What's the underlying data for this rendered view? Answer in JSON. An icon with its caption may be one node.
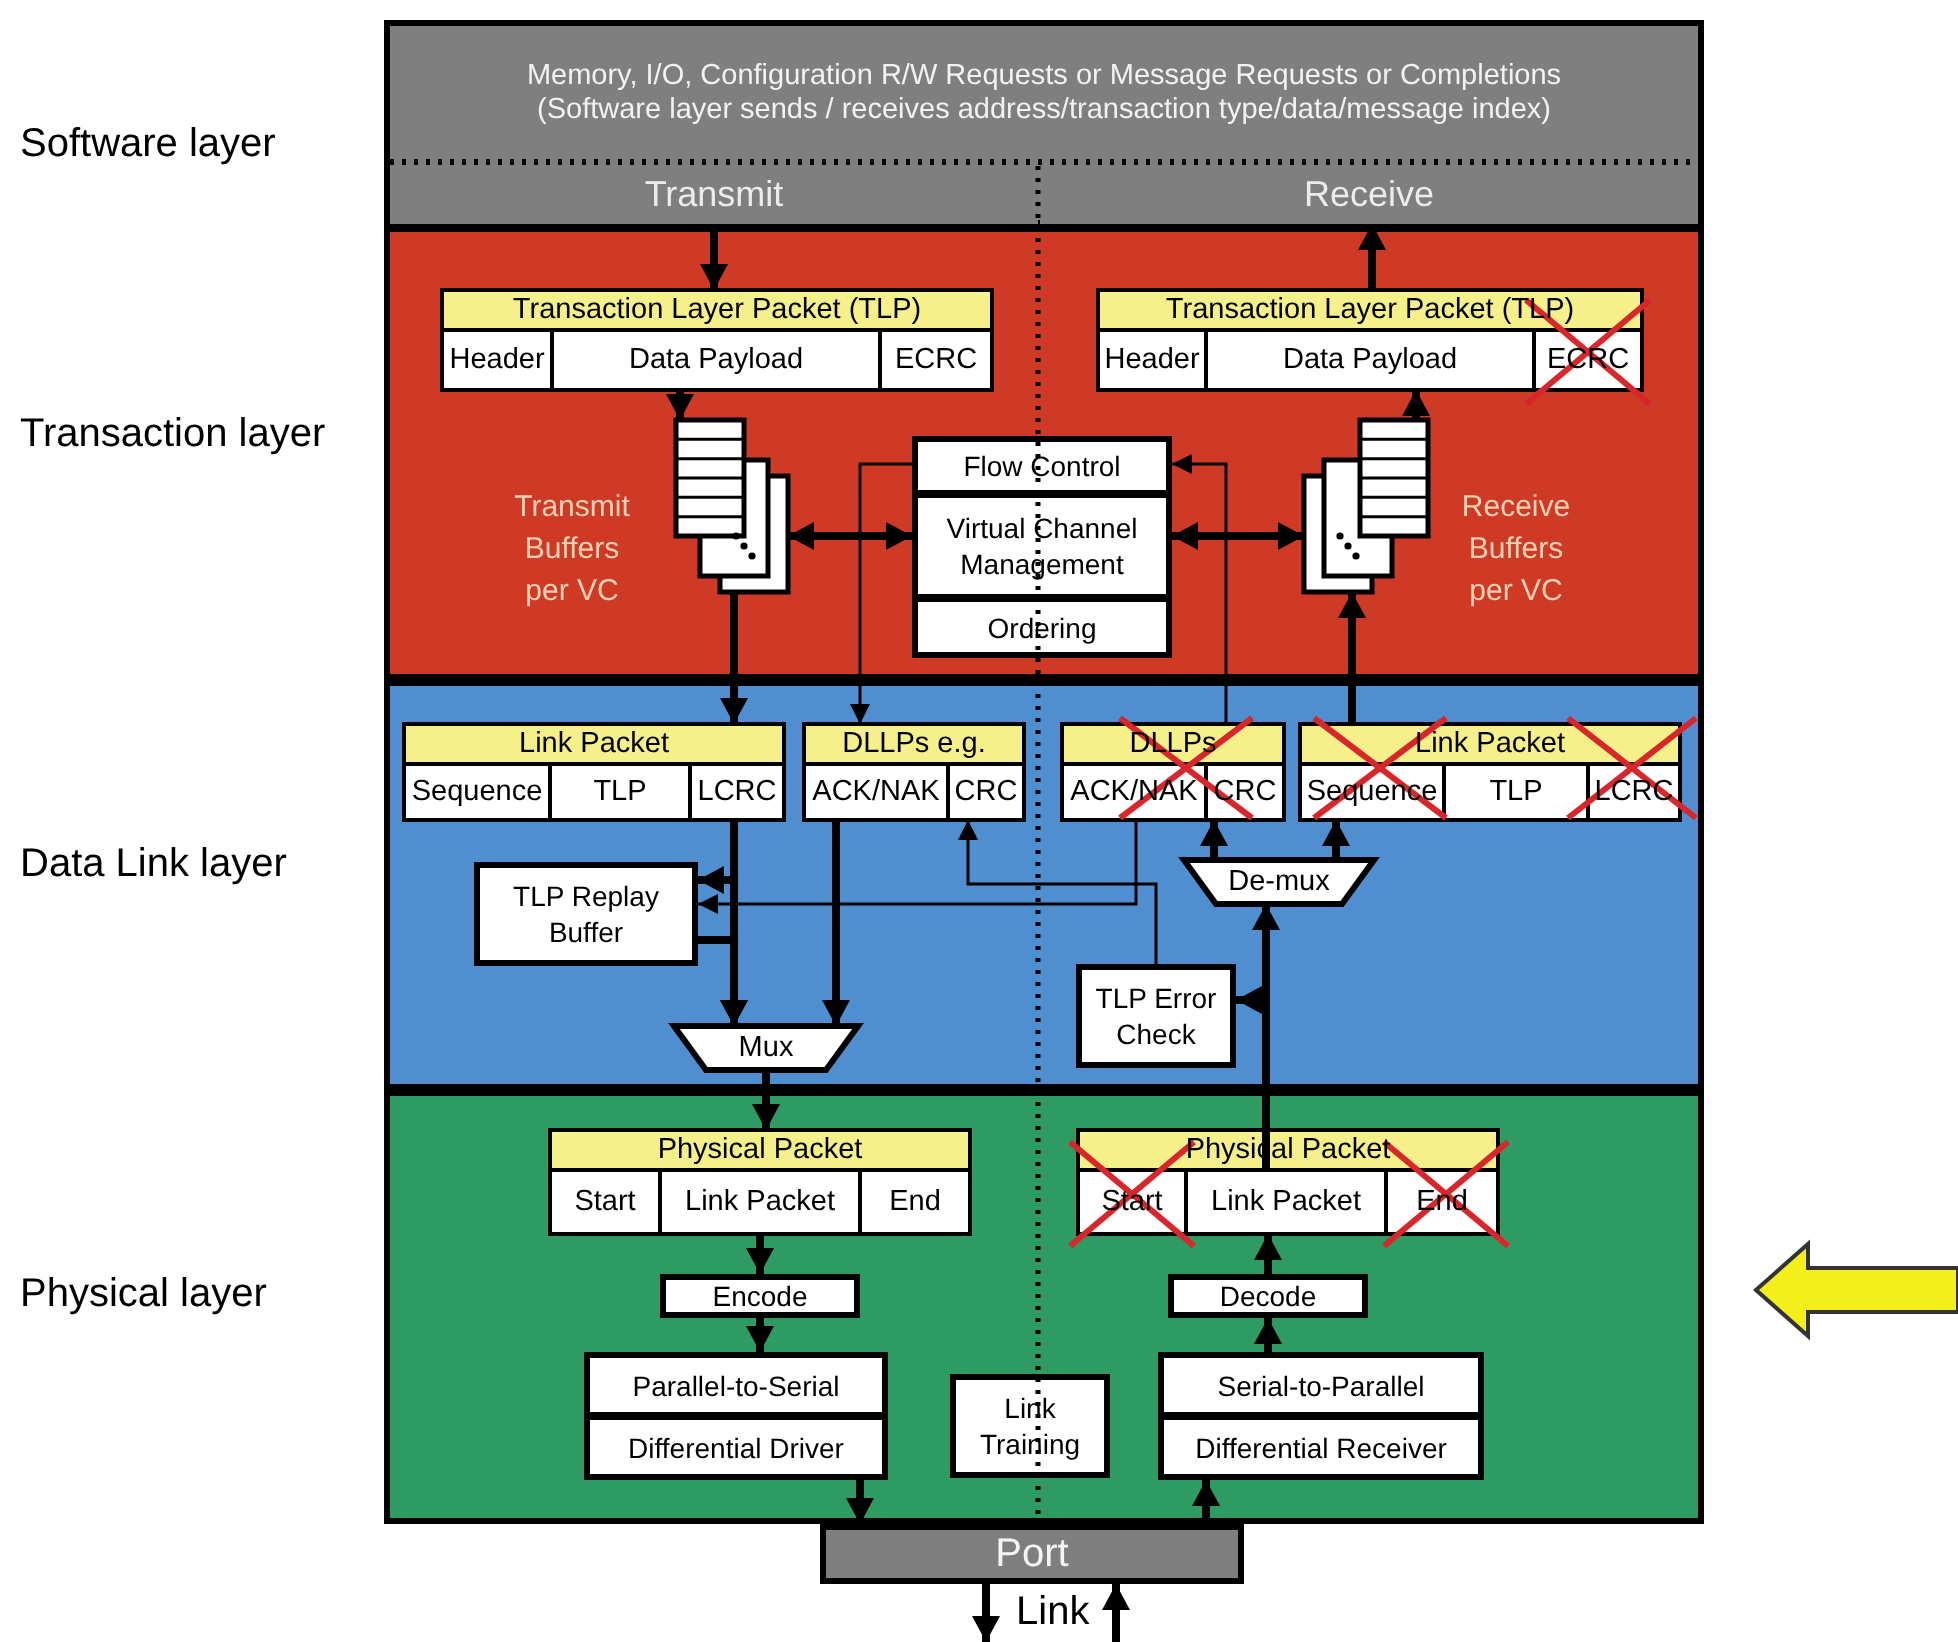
{
  "diagram": {
    "nodes": [
      {
        "text": [
          "Memory, I/O, Configuration R/W Requests or Message Requests or Completions",
          "(Software layer sends / receives address/transaction type/data/message index)"
        ],
        "beside": [
          "Software layer"
        ]
      },
      {
        "text": [
          "Transmit"
        ],
        "in": 0
      },
      {
        "text": [
          "Receive"
        ],
        "in": 0
      },
      {
        "text": [],
        "shape": "box",
        "beside": [
          "Transaction layer"
        ]
      },
      {
        "text": [
          "Transaction Layer Packet (TLP)"
        ],
        "in": 3
      },
      {
        "text": [
          "Header"
        ],
        "in": 4
      },
      {
        "text": [
          "Data Payload"
        ],
        "in": 4
      },
      {
        "text": [
          "ECRC"
        ],
        "in": 4
      },
      {
        "text": [
          "Transaction Layer Packet (TLP)"
        ],
        "in": 3
      },
      {
        "text": [
          "Header"
        ],
        "in": 8
      },
      {
        "text": [
          "Data Payload"
        ],
        "in": 8
      },
      {
        "text": [
          "ECRC"
        ],
        "in": 8
      },
      {
        "text": [],
        "shape": "picture",
        "in": 3,
        "beside": [
          "Transmit Buffers per VC"
        ]
      },
      {
        "text": [],
        "shape": "picture",
        "in": 3,
        "beside": [
          "Receive Buffers per VC"
        ]
      },
      {
        "text": [
          "Flow Control"
        ],
        "in": 3
      },
      {
        "text": [
          "Virtual Channel Management"
        ],
        "in": 3
      },
      {
        "text": [
          "Ordering"
        ],
        "in": 3
      },
      {
        "text": [],
        "shape": "box",
        "beside": [
          "Data Link layer"
        ]
      },
      {
        "text": [
          "Link Packet"
        ],
        "in": 17
      },
      {
        "text": [
          "Sequence"
        ],
        "in": 18
      },
      {
        "text": [
          "TLP"
        ],
        "in": 18
      },
      {
        "text": [
          "LCRC"
        ],
        "in": 18
      },
      {
        "text": [
          "DLLPs e.g."
        ],
        "in": 17
      },
      {
        "text": [
          "ACK/NAK"
        ],
        "in": 22
      },
      {
        "text": [
          "CRC"
        ],
        "in": 22
      },
      {
        "text": [
          "DLLPs"
        ],
        "in": 17
      },
      {
        "text": [
          "ACK/NAK"
        ],
        "in": 25
      },
      {
        "text": [
          "CRC"
        ],
        "in": 25
      },
      {
        "text": [
          "Link Packet"
        ],
        "in": 17
      },
      {
        "text": [
          "Sequence"
        ],
        "in": 28
      },
      {
        "text": [
          "TLP"
        ],
        "in": 28
      },
      {
        "text": [
          "LCRC"
        ],
        "in": 28
      },
      {
        "text": [
          "TLP Replay Buffer"
        ],
        "in": 17
      },
      {
        "text": [
          "Mux"
        ],
        "in": 17
      },
      {
        "text": [
          "De-mux"
        ],
        "in": 17
      },
      {
        "text": [
          "TLP Error Check"
        ],
        "in": 17
      },
      {
        "text": [],
        "shape": "box",
        "beside": [
          "Physical layer"
        ]
      },
      {
        "text": [
          "Physical Packet"
        ],
        "in": 36
      },
      {
        "text": [
          "Start"
        ],
        "in": 37
      },
      {
        "text": [
          "Link Packet"
        ],
        "in": 37
      },
      {
        "text": [
          "End"
        ],
        "in": 37
      },
      {
        "text": [
          "Physical Packet"
        ],
        "in": 36
      },
      {
        "text": [
          "Start"
        ],
        "in": 41
      },
      {
        "text": [
          "Link Packet"
        ],
        "in": 41
      },
      {
        "text": [
          "End"
        ],
        "in": 41
      },
      {
        "text": [
          "Encode"
        ],
        "in": 36
      },
      {
        "text": [
          "Decode"
        ],
        "in": 36
      },
      {
        "text": [
          "Parallel-to-Serial"
        ],
        "in": 36
      },
      {
        "text": [
          "Differential Driver"
        ],
        "in": 36
      },
      {
        "text": [
          "Link Training"
        ],
        "in": 36
      },
      {
        "text": [
          "Serial-to-Parallel"
        ],
        "in": 36
      },
      {
        "text": [
          "Differential Receiver"
        ],
        "in": 36
      },
      {
        "text": [
          "Port"
        ]
      }
    ],
    "edges": [
      {
        "from": 1,
        "to": 4,
        "arrow": "to"
      },
      {
        "from": 8,
        "to": 2,
        "arrow": "to"
      },
      {
        "from": 6,
        "to": 12,
        "arrow": "to"
      },
      {
        "from": 13,
        "to": 10,
        "arrow": "to"
      },
      {
        "from": 12,
        "to": 15,
        "arrow": "both"
      },
      {
        "from": 15,
        "to": 13,
        "arrow": "both"
      },
      {
        "from": 14,
        "to": 22,
        "arrow": "to"
      },
      {
        "from": 25,
        "to": 14,
        "arrow": "to"
      },
      {
        "from": 12,
        "to": 18,
        "arrow": "to"
      },
      {
        "from": 28,
        "to": 13,
        "arrow": "to"
      },
      {
        "from": 21,
        "to": 32,
        "arrow": "to"
      },
      {
        "from": 32,
        "to": 33,
        "arrow": "to"
      },
      {
        "from": 21,
        "to": 33,
        "arrow": "to"
      },
      {
        "from": 23,
        "to": 33,
        "arrow": "to"
      },
      {
        "from": 26,
        "to": 32,
        "arrow": "to"
      },
      {
        "from": 35,
        "to": 24,
        "arrow": "to"
      },
      {
        "from": 33,
        "to": 37,
        "arrow": "to"
      },
      {
        "from": 34,
        "to": 27,
        "arrow": "to"
      },
      {
        "from": 34,
        "to": 29,
        "arrow": "to"
      },
      {
        "from": 43,
        "to": 34,
        "arrow": "to"
      },
      {
        "from": 43,
        "to": 35,
        "arrow": "to"
      },
      {
        "from": 39,
        "to": 45,
        "arrow": "to"
      },
      {
        "from": 45,
        "to": 47,
        "arrow": "to"
      },
      {
        "from": 48,
        "to": 52,
        "arrow": "to"
      },
      {
        "from": 52,
        "to": 51,
        "arrow": "to"
      },
      {
        "from": 50,
        "to": 46,
        "arrow": "to"
      },
      {
        "from": 46,
        "to": 43,
        "arrow": "to"
      },
      {
        "from": 52,
        "to": null,
        "arrow": "to"
      },
      {
        "from": null,
        "to": 52,
        "arrow": "to"
      }
    ],
    "labels": [
      "Link"
    ]
  }
}
